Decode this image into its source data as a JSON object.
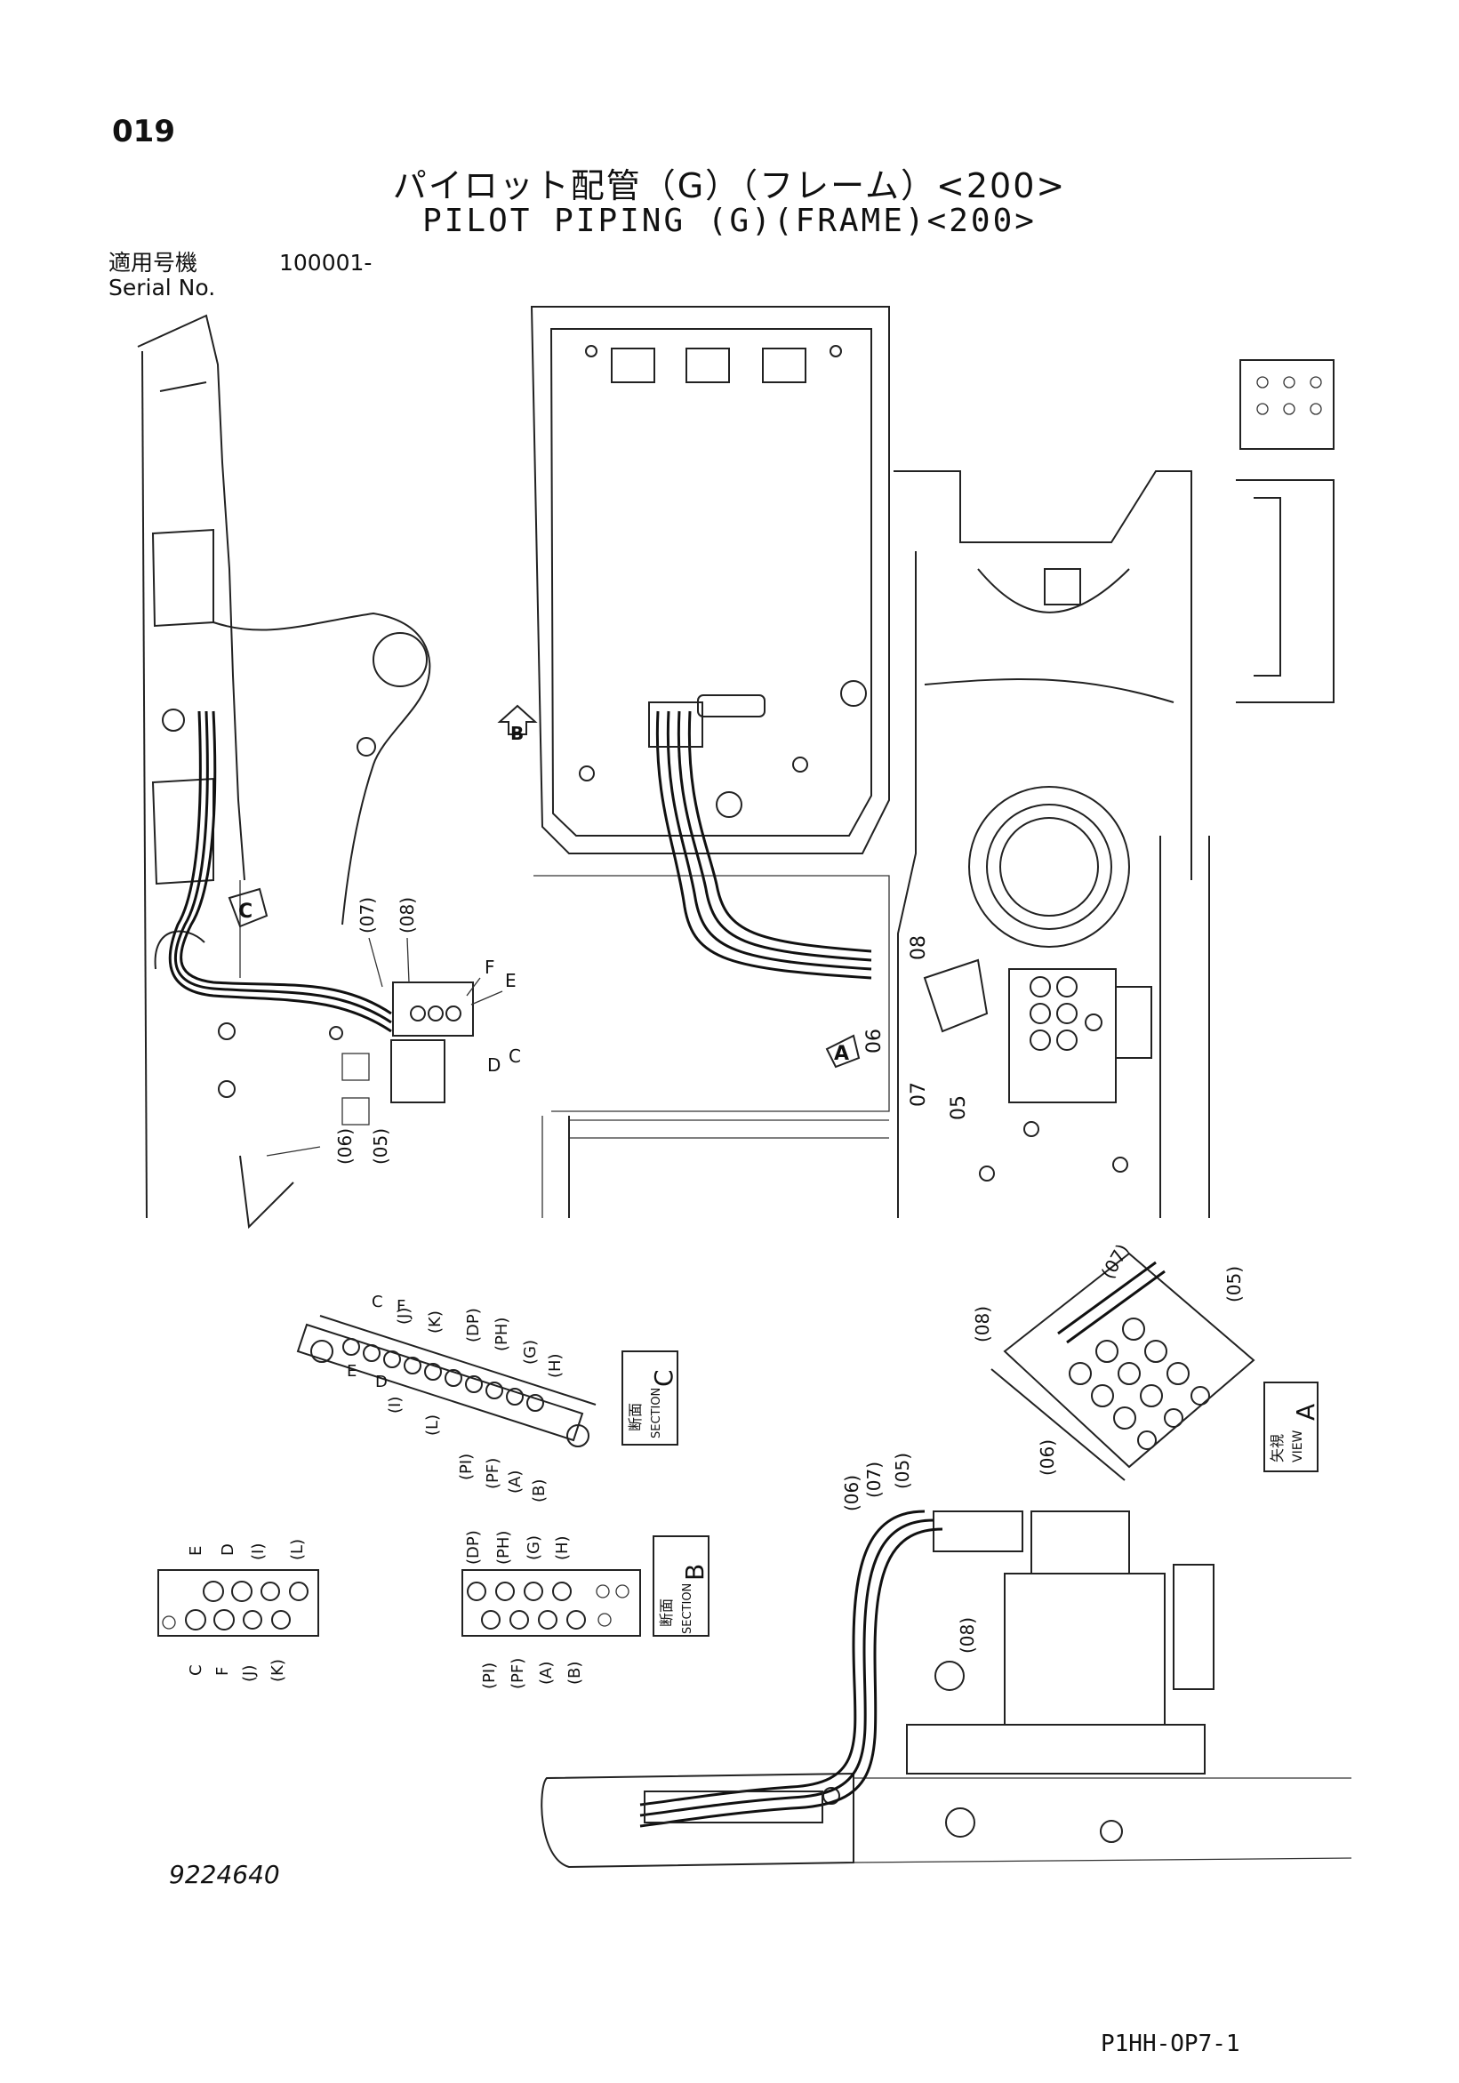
{
  "header": {
    "page_number": "019",
    "title_jp": "パイロット配管（G）（フレーム）<200>",
    "title_en": "PILOT PIPING (G)(FRAME)<200>"
  },
  "serial": {
    "label_jp": "適用号機",
    "label_en": "Serial No.",
    "value": "100001-"
  },
  "callouts": {
    "main_left": [
      "(07)",
      "(08)",
      "F",
      "E",
      "D",
      "C",
      "(06)",
      "(05)"
    ],
    "main_right": [
      "08",
      "06",
      "07",
      "05"
    ],
    "view_a_parts": [
      "(07)",
      "(05)",
      "(08)",
      "(06)"
    ],
    "lower_right_parts": [
      "(06)",
      "(07)",
      "(05)",
      "(08)"
    ]
  },
  "view_markers": {
    "a": "A",
    "b": "B",
    "c": "C"
  },
  "section_c": {
    "label_jp": "断面",
    "label_en": "SECTION",
    "letter": "C",
    "ports": [
      "C",
      "F",
      "(J)",
      "(K)",
      "E",
      "D",
      "(I)",
      "(L)",
      "(DP)",
      "(PH)",
      "(G)",
      "(H)",
      "(PI)",
      "(PF)",
      "(A)",
      "(B)"
    ]
  },
  "section_b": {
    "label_jp": "断面",
    "label_en": "SECTION",
    "letter": "B",
    "top_left_ports": [
      "E",
      "D",
      "(I)",
      "(L)"
    ],
    "bottom_left_ports": [
      "C",
      "F",
      "(J)",
      "(K)"
    ],
    "top_right_ports": [
      "(DP)",
      "(PH)",
      "(G)",
      "(H)"
    ],
    "bottom_right_ports": [
      "(PI)",
      "(PF)",
      "(A)",
      "(B)"
    ]
  },
  "view_a": {
    "label_jp": "矢視",
    "label_en": "VIEW",
    "letter": "A"
  },
  "footer": {
    "drawing_number": "9224640",
    "sheet_id": "P1HH-OP7-1"
  }
}
